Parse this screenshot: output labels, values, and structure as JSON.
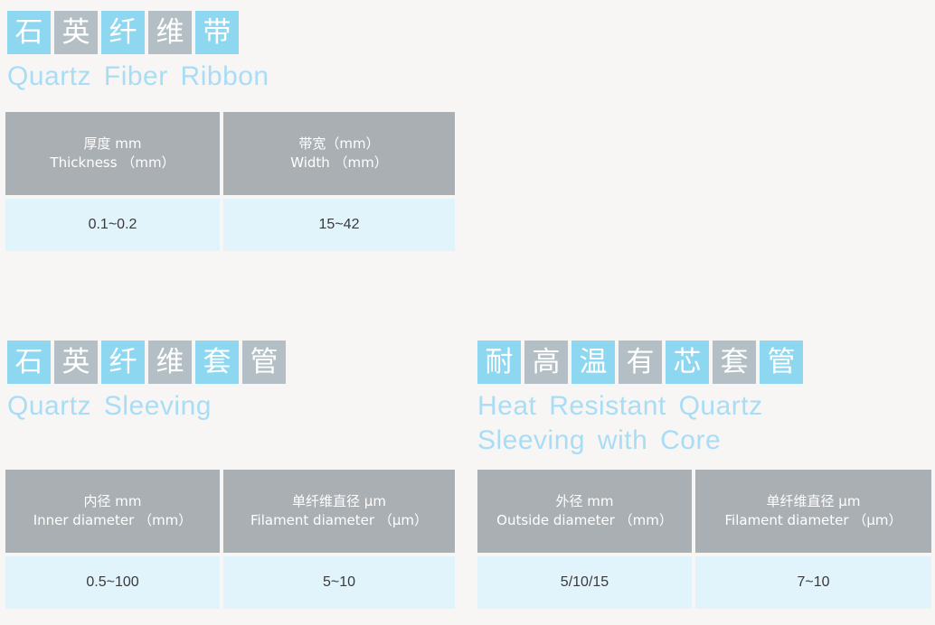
{
  "page": {
    "background_color": "#f7f6f4",
    "accent_blue": "#8ed7f0",
    "accent_gray": "#b3bfc4",
    "header_gray": "#aaafb3",
    "cell_blue": "#e1f3fb",
    "en_title_color": "#a8ddf5"
  },
  "sections": [
    {
      "id": "ribbon",
      "cjk_chars": [
        "石",
        "英",
        "纤",
        "维",
        "带"
      ],
      "en_title": "Quartz Fiber Ribbon",
      "table": {
        "columns": [
          {
            "header_cjk": "厚度 mm",
            "header_en": "Thickness （mm）",
            "value": "0.1~0.2"
          },
          {
            "header_cjk": "带宽（mm）",
            "header_en": "Width （mm）",
            "value": "15~42"
          }
        ]
      }
    },
    {
      "id": "sleeving",
      "cjk_chars": [
        "石",
        "英",
        "纤",
        "维",
        "套",
        "管"
      ],
      "en_title": "Quartz Sleeving",
      "table": {
        "columns": [
          {
            "header_cjk": "内径 mm",
            "header_en": "Inner diameter （mm）",
            "value": "0.5~100"
          },
          {
            "header_cjk": "单纤维直径 μm",
            "header_en": "Filament diameter （μm）",
            "value": "5~10"
          }
        ]
      }
    },
    {
      "id": "core",
      "cjk_chars": [
        "耐",
        "高",
        "温",
        "有",
        "芯",
        "套",
        "管"
      ],
      "en_title": "Heat Resistant Quartz\nSleeving with Core",
      "table": {
        "columns": [
          {
            "header_cjk": "外径 mm",
            "header_en": "Outside diameter （mm）",
            "value": "5/10/15"
          },
          {
            "header_cjk": "单纤维直径 μm",
            "header_en": "Filament diameter （μm）",
            "value": "7~10"
          }
        ]
      }
    }
  ]
}
